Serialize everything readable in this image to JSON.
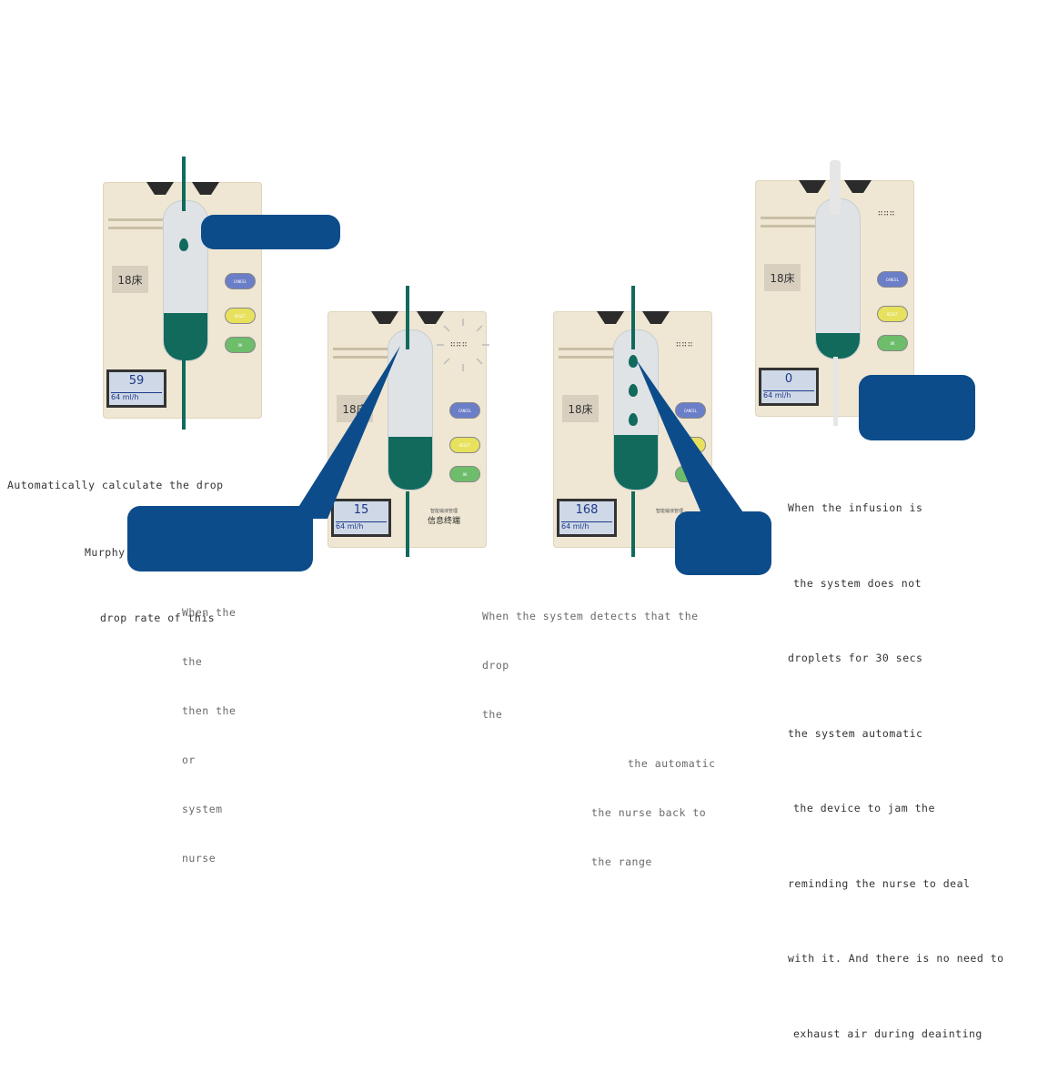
{
  "colors": {
    "callout": "#0d4c8b",
    "fluid": "#116a5c",
    "device": "#efe7d3"
  },
  "panels": [
    {
      "bed": "18床",
      "rate": "59",
      "sub": "64 ml/h",
      "caption_lines": [
        "Automatically calculate the drop",
        "Murphy's dropper as",
        "drop rate of this"
      ]
    },
    {
      "bed": "18床",
      "rate": "15",
      "sub": "64 ml/h",
      "brand_small": "智能输液管理",
      "brand": "信息终端",
      "caption_lines": [
        "When the",
        "the",
        "then the",
        "or",
        "system",
        "nurse"
      ]
    },
    {
      "bed": "18床",
      "rate": "168",
      "sub": "64 ml/h",
      "brand_small": "智能输液管理",
      "caption_lines": [
        "When the system detects that the",
        "drop",
        "the",
        "the automatic",
        "the nurse back to",
        "the range"
      ]
    },
    {
      "bed": "18床",
      "rate": "0",
      "sub": "64 ml/h",
      "caption_lines": [
        "When the infusion is",
        "the system does not",
        "droplets for 30 secs",
        "the system automatic",
        "the device to jam the",
        "reminding the nurse to deal",
        "with it. And there is no need to",
        "exhaust air during deainting"
      ]
    }
  ],
  "buttons": {
    "b1": "CANCEL",
    "b2": "RESET",
    "b3": "OK"
  }
}
